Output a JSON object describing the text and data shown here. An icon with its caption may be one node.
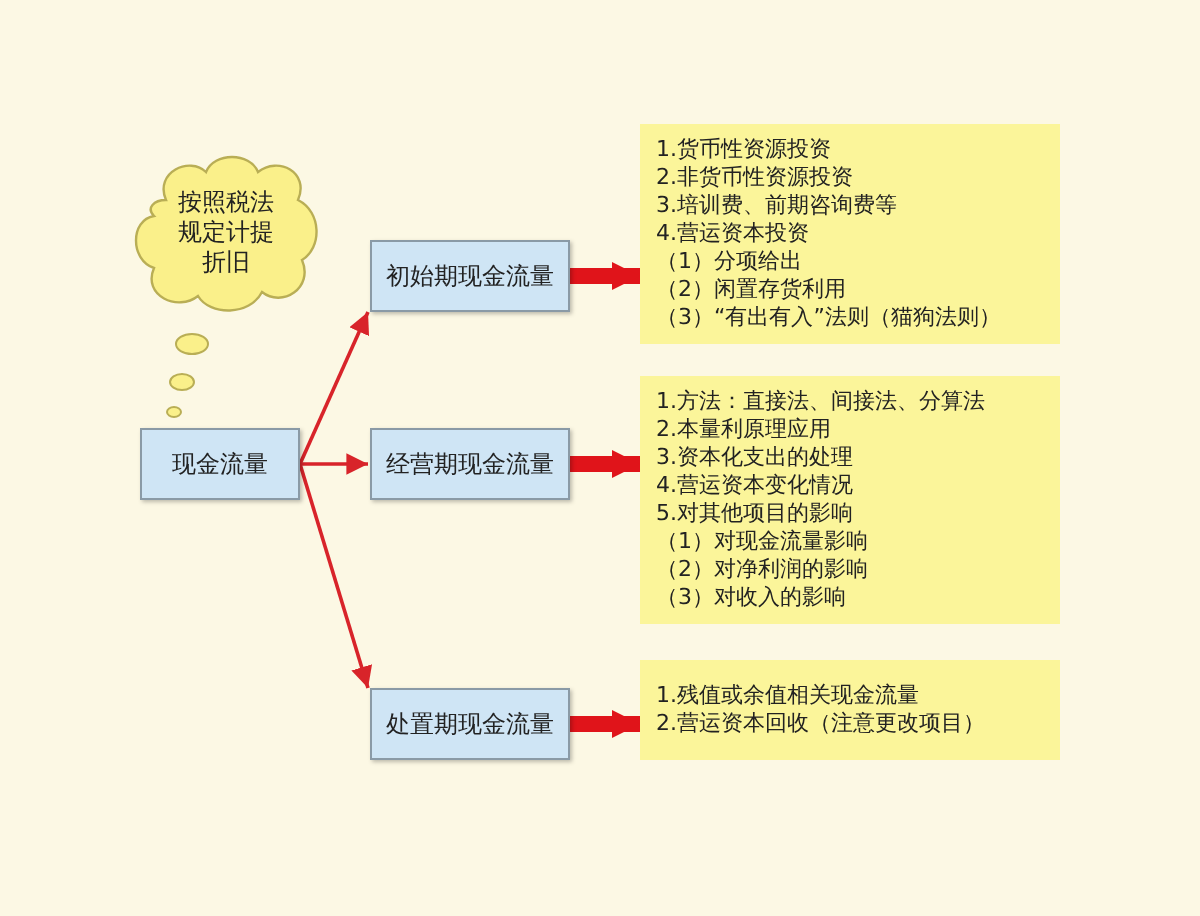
{
  "diagram": {
    "nodes": [
      {
        "text": [
          "按照税法规定计提折旧"
        ]
      },
      {
        "text": [
          "现金流量"
        ]
      },
      {
        "text": [
          "初始期现金流量"
        ]
      },
      {
        "text": [
          "经营期现金流量"
        ]
      },
      {
        "text": [
          "处置期现金流量"
        ]
      },
      {
        "text": [
          "1.货币性资源投资",
          "2.非货币性资源投资",
          "3.培训费、前期咨询费等",
          "4.营运资本投资",
          "（1）分项给出",
          "（2）闲置存货利用",
          "（3）“有出有入”法则（猫狗法则）"
        ]
      },
      {
        "text": [
          "1.方法：直接法、间接法、分算法",
          "2.本量利原理应用",
          "3.资本化支出的处理",
          "4.营运资本变化情况",
          "5.对其他项目的影响",
          "（1）对现金流量影响",
          "（2）对净利润的影响",
          "（3）对收入的影响"
        ]
      },
      {
        "text": [
          "1.残值或余值相关现金流量",
          "2.营运资本回收（注意更改项目）"
        ]
      }
    ],
    "edges": [
      {
        "from": 1,
        "to": 2,
        "arrow": "to"
      },
      {
        "from": 1,
        "to": 3,
        "arrow": "to"
      },
      {
        "from": 1,
        "to": 4,
        "arrow": "to"
      },
      {
        "from": 2,
        "to": 5,
        "arrow": "to",
        "style": "thick"
      },
      {
        "from": 3,
        "to": 6,
        "arrow": "to",
        "style": "thick"
      },
      {
        "from": 4,
        "to": 7,
        "arrow": "to",
        "style": "thick"
      }
    ]
  }
}
